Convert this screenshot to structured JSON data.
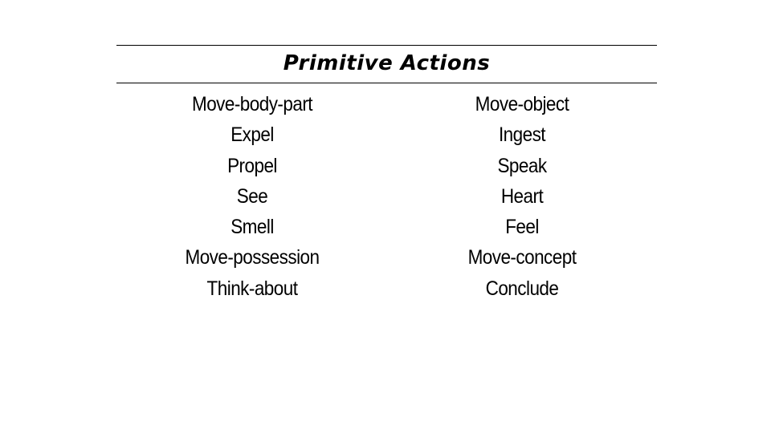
{
  "table": {
    "title": "Primitive Actions",
    "left_column": [
      "Move-body-part",
      "Expel",
      "Propel",
      "See",
      "Smell",
      "Move-possession",
      "Think-about"
    ],
    "right_column": [
      "Move-object",
      "Ingest",
      "Speak",
      "Heart",
      "Feel",
      "Move-concept",
      "Conclude"
    ]
  }
}
